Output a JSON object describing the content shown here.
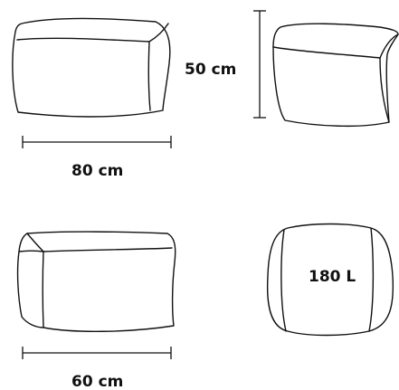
{
  "dimensions": {
    "width_top": "80 cm",
    "height": "50 cm",
    "width_bottom": "60 cm",
    "volume": "180 L"
  },
  "colors": {
    "line": "#111111",
    "background": "#ffffff"
  }
}
